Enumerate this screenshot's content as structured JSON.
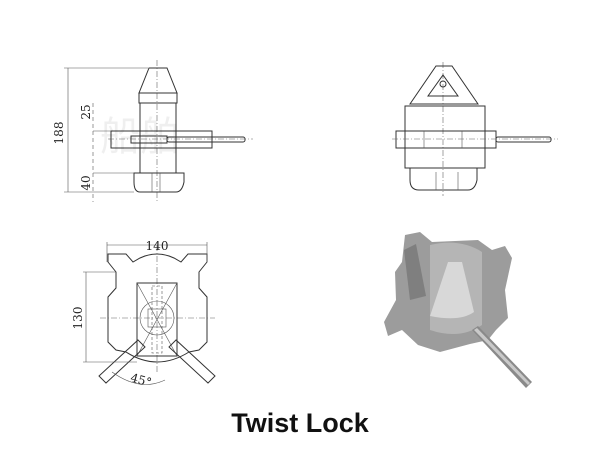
{
  "caption": "Twist Lock",
  "dimensions": {
    "height_total": "188",
    "upper": "25",
    "lower": "40",
    "width": "140",
    "depth": "130",
    "angle": "45°"
  },
  "watermark": "船舶",
  "colors": {
    "line": "#333333",
    "casting": "#9a9a9a"
  }
}
